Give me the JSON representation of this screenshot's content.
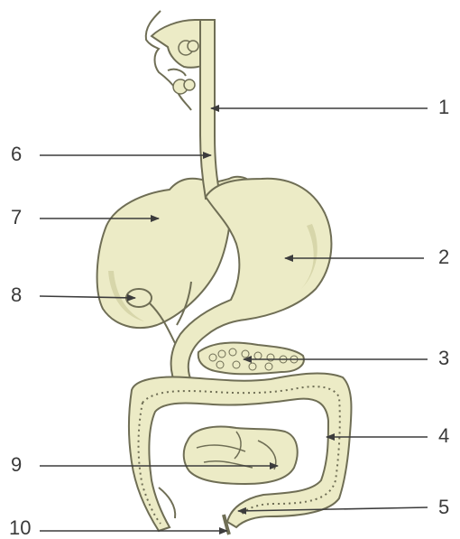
{
  "labels": {
    "n1": "1",
    "n2": "2",
    "n3": "3",
    "n4": "4",
    "n5": "5",
    "n6": "6",
    "n7": "7",
    "n8": "8",
    "n9": "9",
    "n10": "10"
  },
  "colors": {
    "organ_fill": "#ecebc6",
    "organ_stroke": "#6f6e55",
    "shadow": "#d7d6aa",
    "arrow": "#3c3c3c"
  }
}
